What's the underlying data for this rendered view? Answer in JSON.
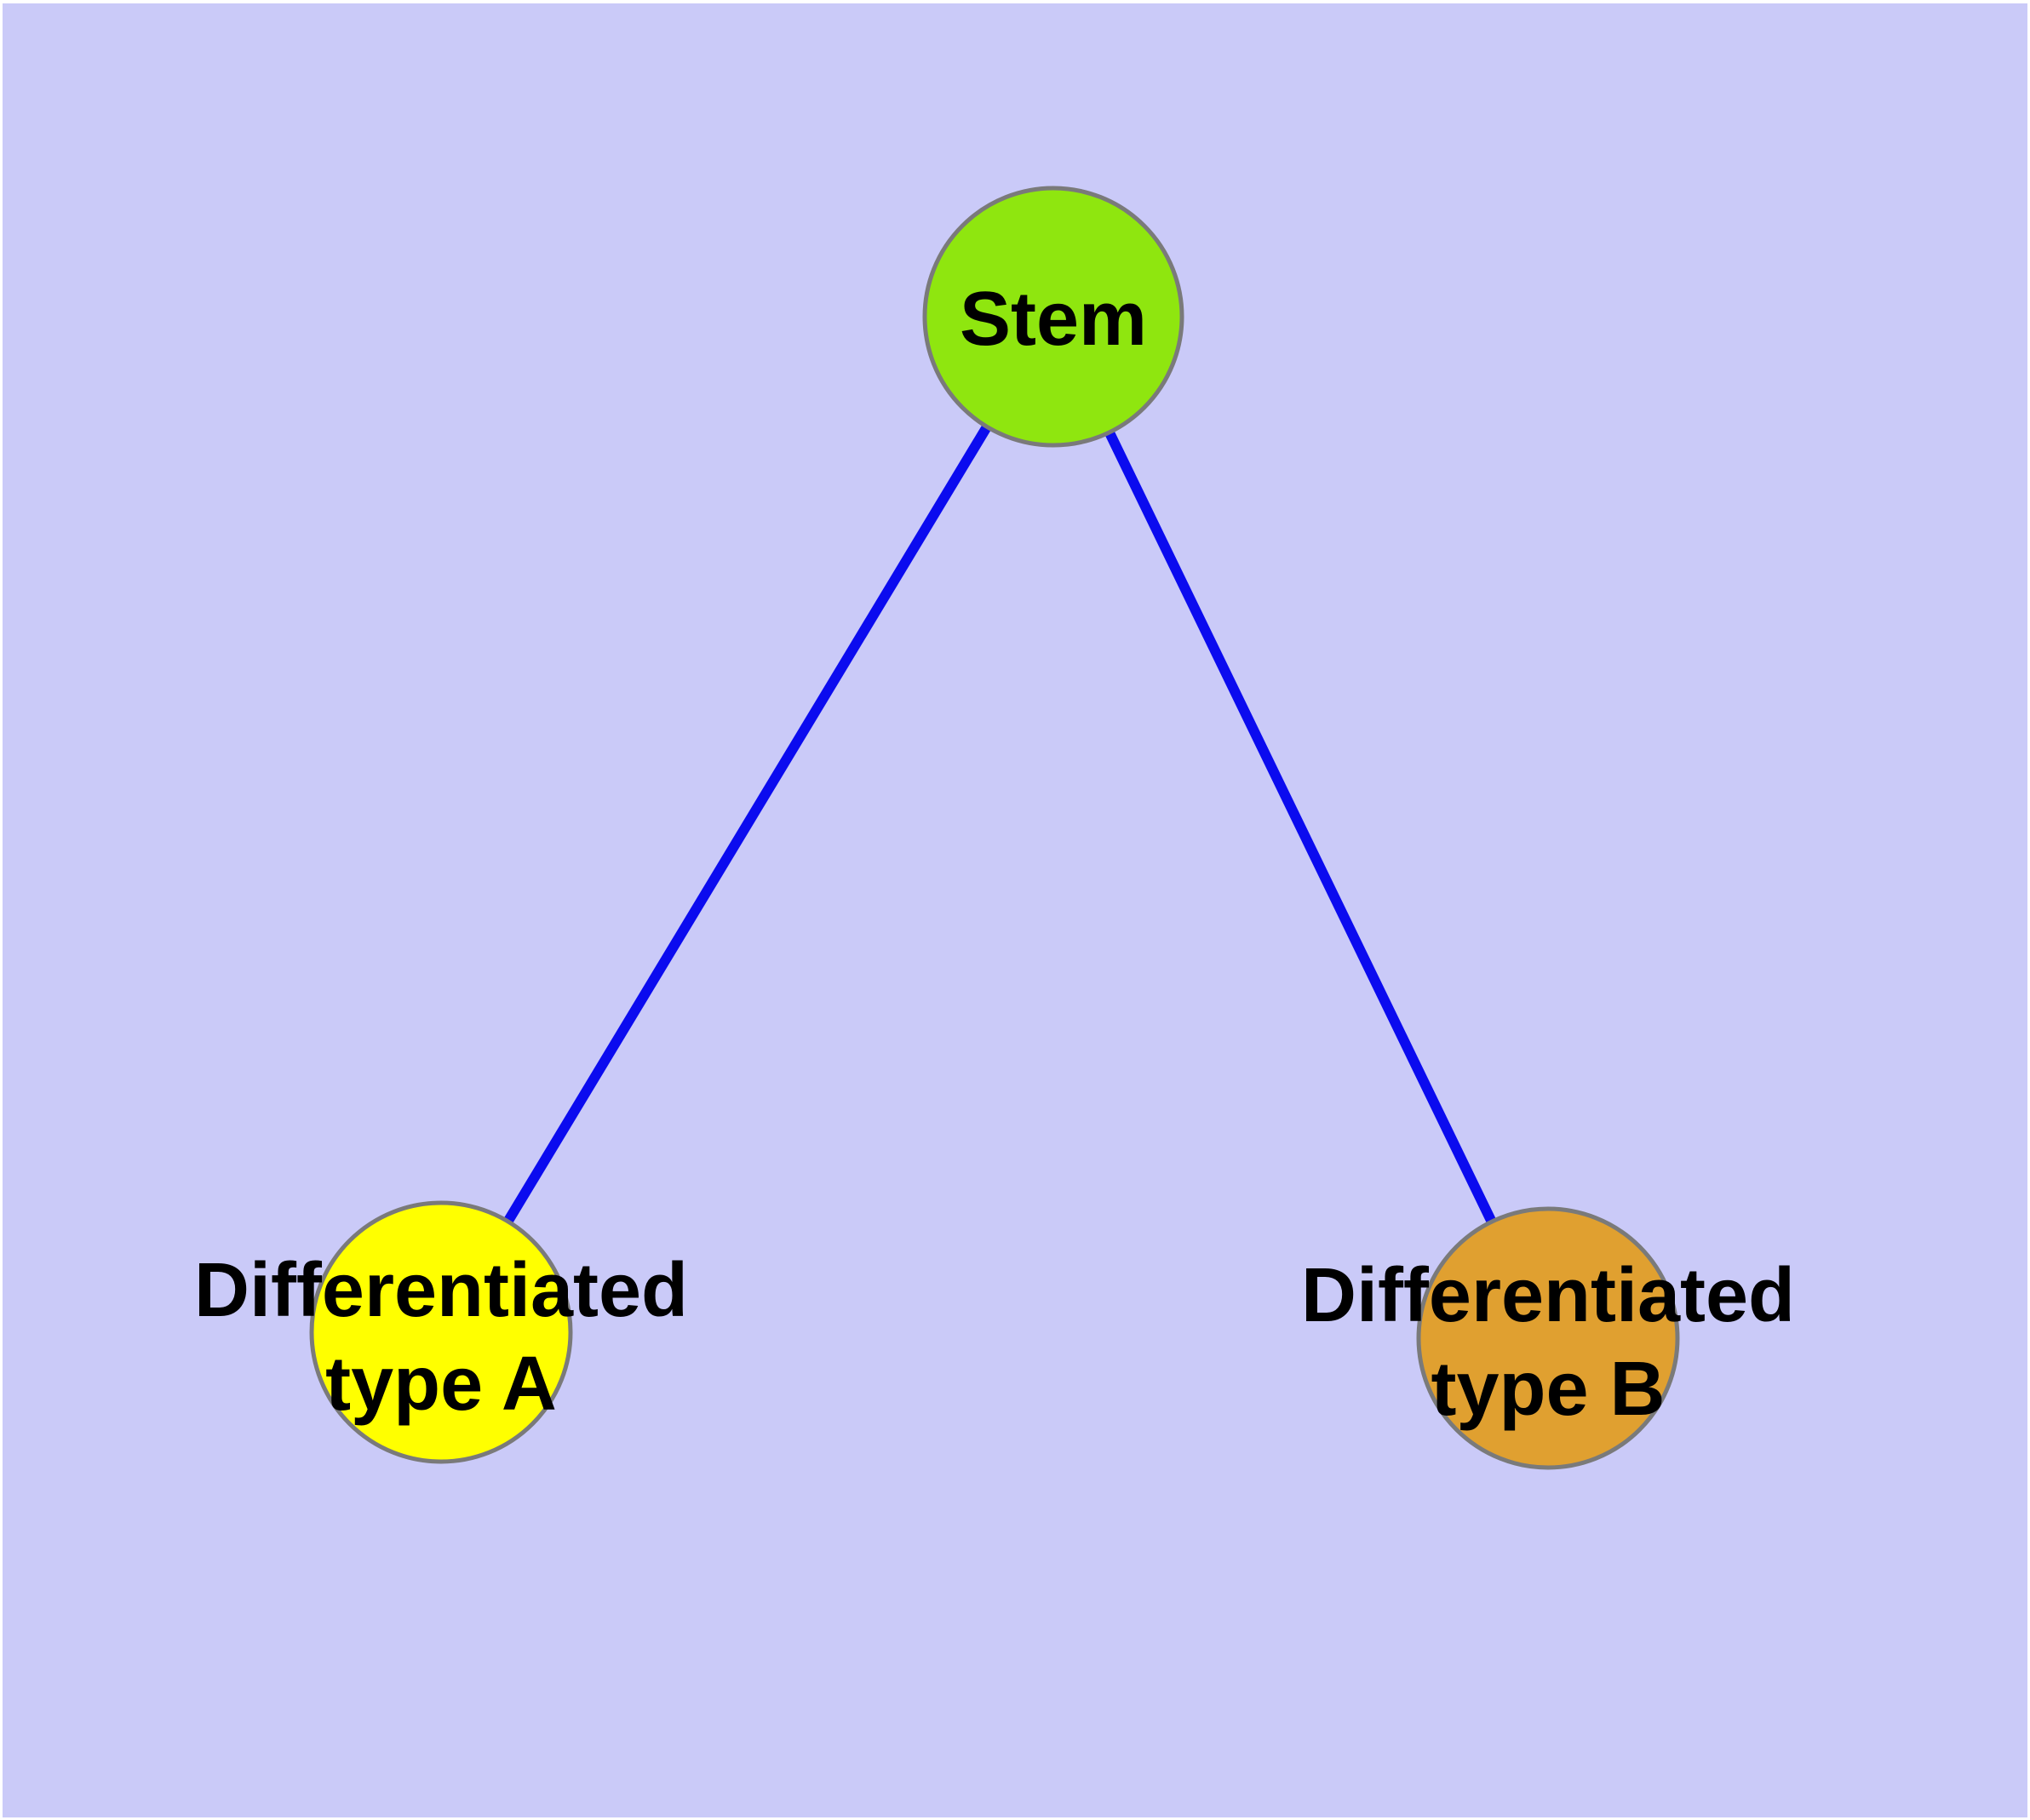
{
  "diagram": {
    "background_color": "#CACAF8",
    "frame_color": "#FFFFFF",
    "edge_color": "#0B0BEF",
    "node_border_color": "#7A7A7A",
    "label_color": "#000000",
    "nodes": [
      {
        "id": "stem",
        "label": "Stem",
        "lines": [
          "Stem"
        ],
        "fill": "#8FE60F"
      },
      {
        "id": "differentiated-type-a",
        "label": "Differentiated type A",
        "lines": [
          "Differentiated",
          "type A"
        ],
        "fill": "#FFFF00"
      },
      {
        "id": "differentiated-type-b",
        "label": "Differentiated type B",
        "lines": [
          "Differentiated",
          "type B"
        ],
        "fill": "#E0A030"
      }
    ],
    "edges": [
      {
        "from": "Stem",
        "to": "Differentiated type A"
      },
      {
        "from": "Stem",
        "to": "Differentiated type B"
      }
    ]
  }
}
